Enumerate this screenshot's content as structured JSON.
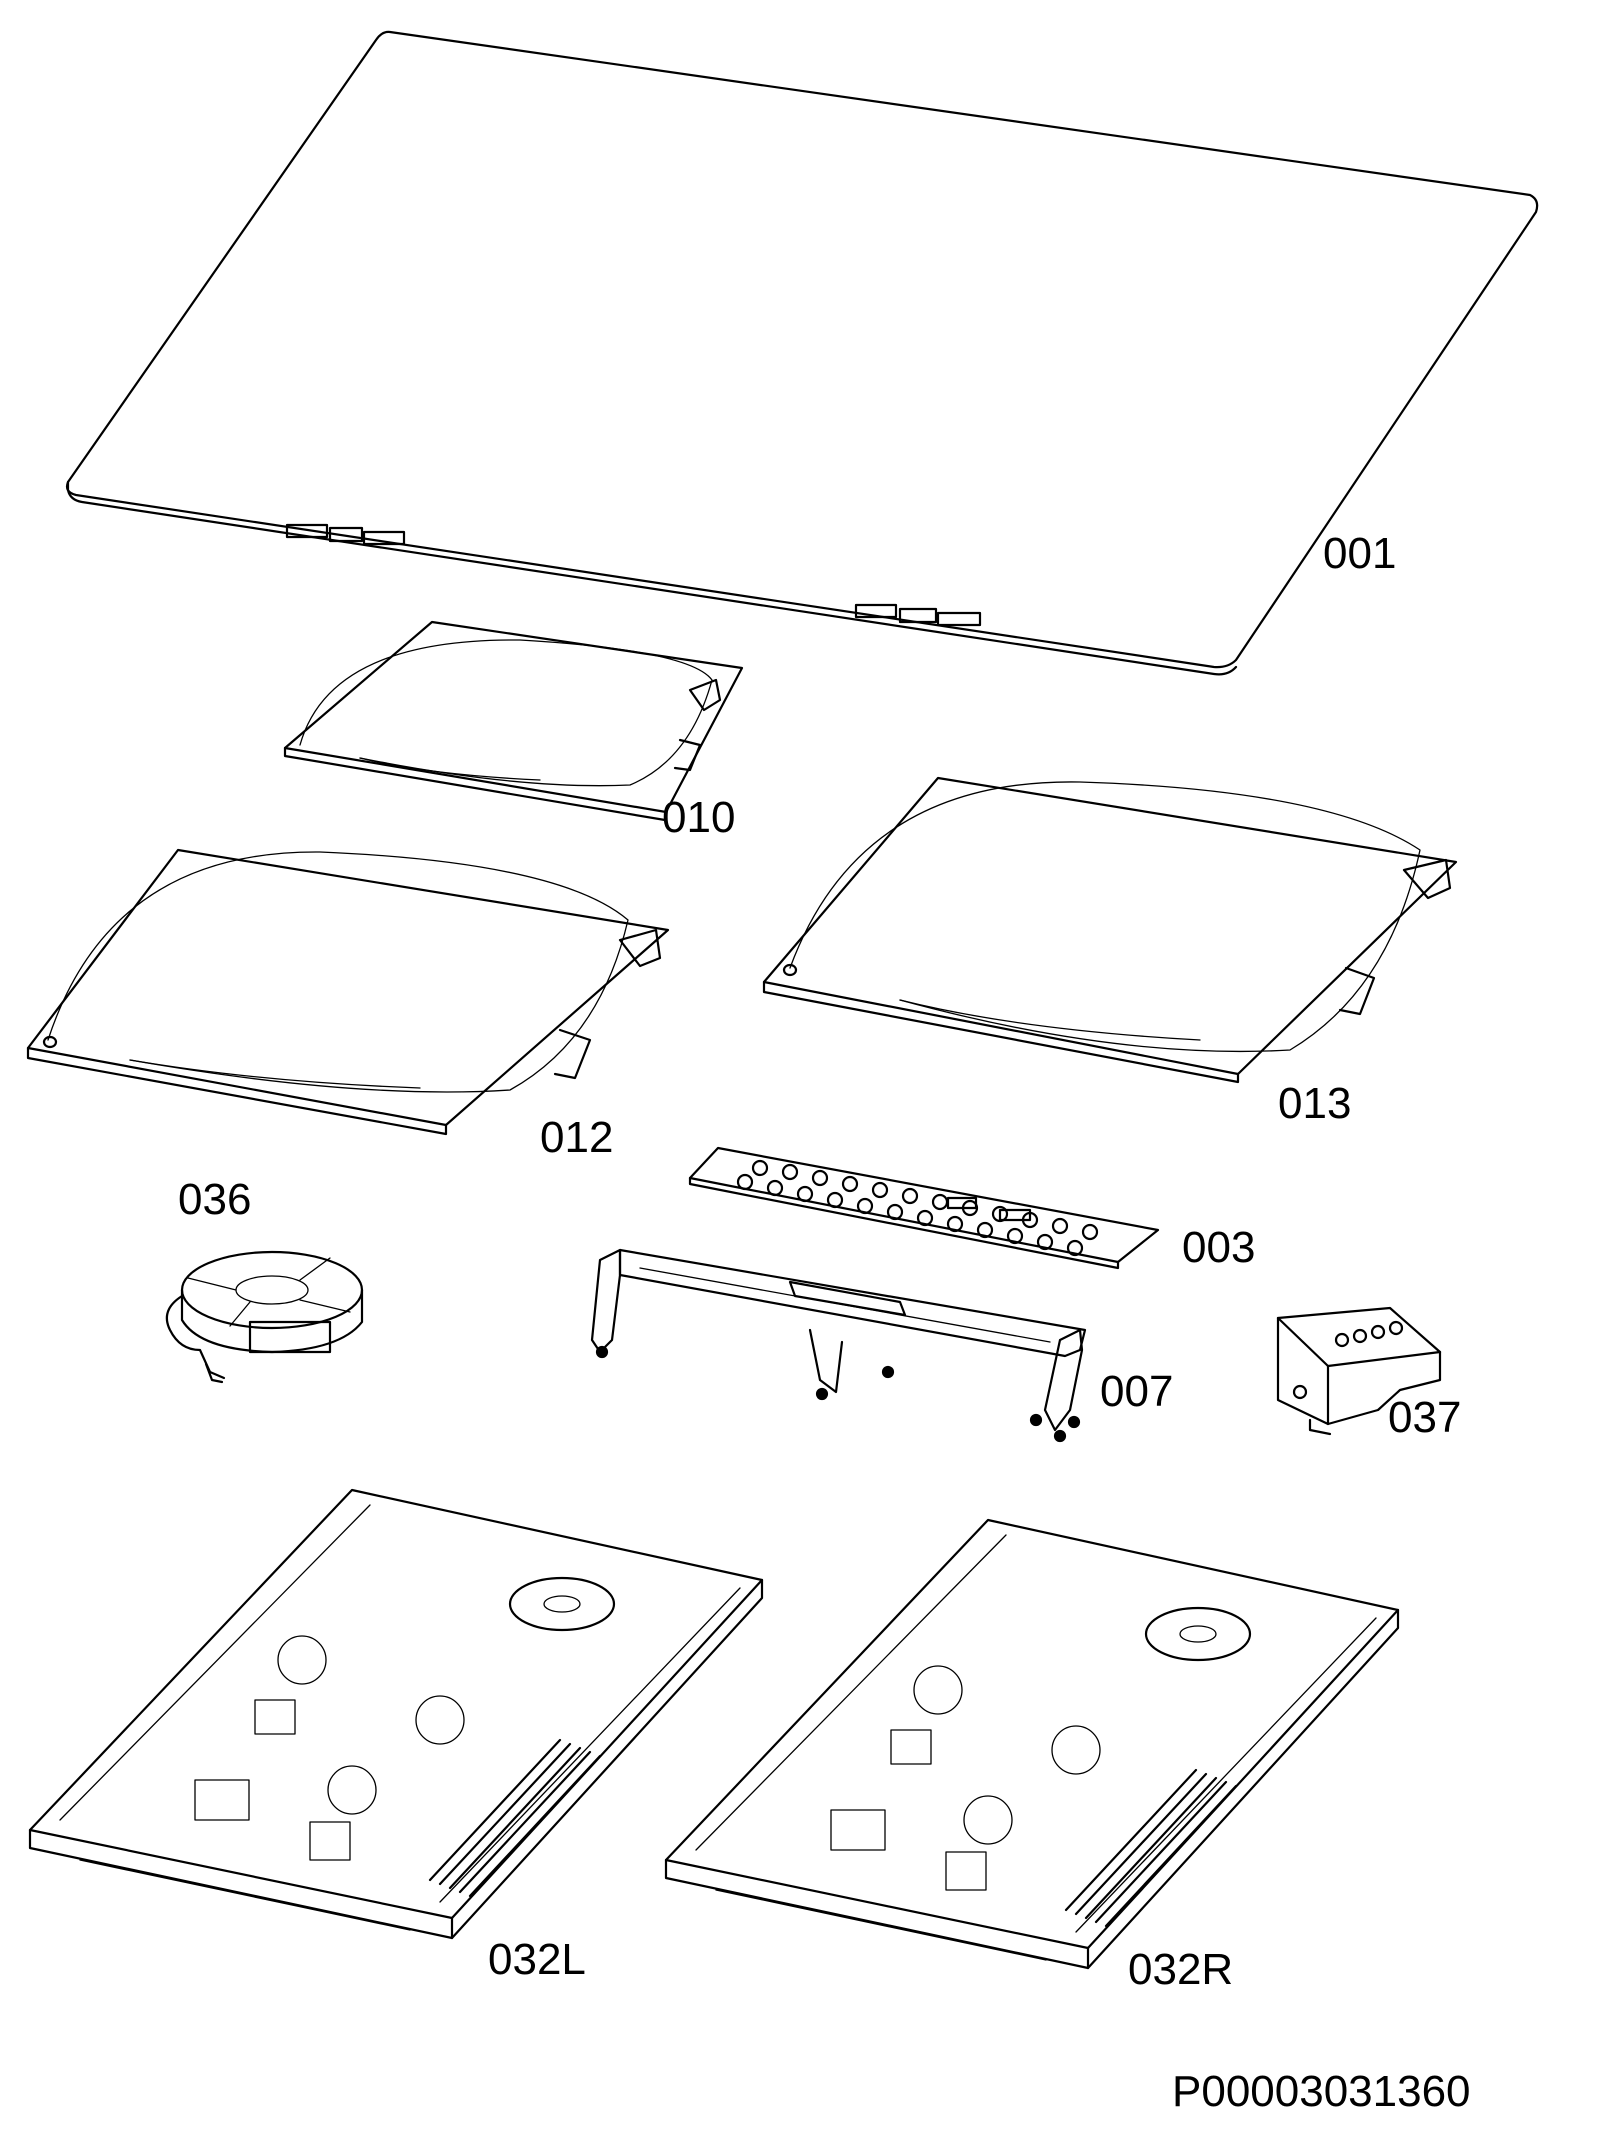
{
  "labels": {
    "p001": "001",
    "p010": "010",
    "p013": "013",
    "p012": "012",
    "p036": "036",
    "p003": "003",
    "p007": "007",
    "p037": "037",
    "p032L": "032L",
    "p032R": "032R"
  },
  "document_id": "P00003031360"
}
